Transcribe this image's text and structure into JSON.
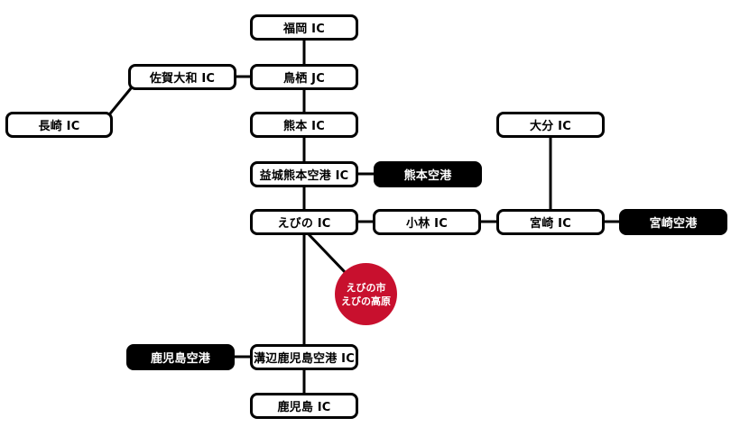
{
  "nodes": {
    "fukuoka_ic": "福岡 IC",
    "tosu_jc": "鳥栖 JC",
    "saga_yamato_ic": "佐賀大和 IC",
    "nagasaki_ic": "長崎 IC",
    "kumamoto_ic": "熊本 IC",
    "mashiki_airport_ic": "益城熊本空港 IC",
    "kumamoto_airport": "熊本空港",
    "ebino_ic": "えびの IC",
    "kobayashi_ic": "小林 IC",
    "miyazaki_ic": "宮崎 IC",
    "miyazaki_airport": "宮崎空港",
    "oita_ic": "大分 IC",
    "mizobe_airport_ic": "溝辺鹿児島空港 IC",
    "kagoshima_airport": "鹿児島空港",
    "kagoshima_ic": "鹿児島 IC"
  },
  "badge": {
    "line1": "えびの市",
    "line2": "えびの高原"
  },
  "colors": {
    "line": "#000000",
    "node_border": "#000000",
    "airport_fill": "#000000",
    "badge_fill": "#c8102e"
  }
}
